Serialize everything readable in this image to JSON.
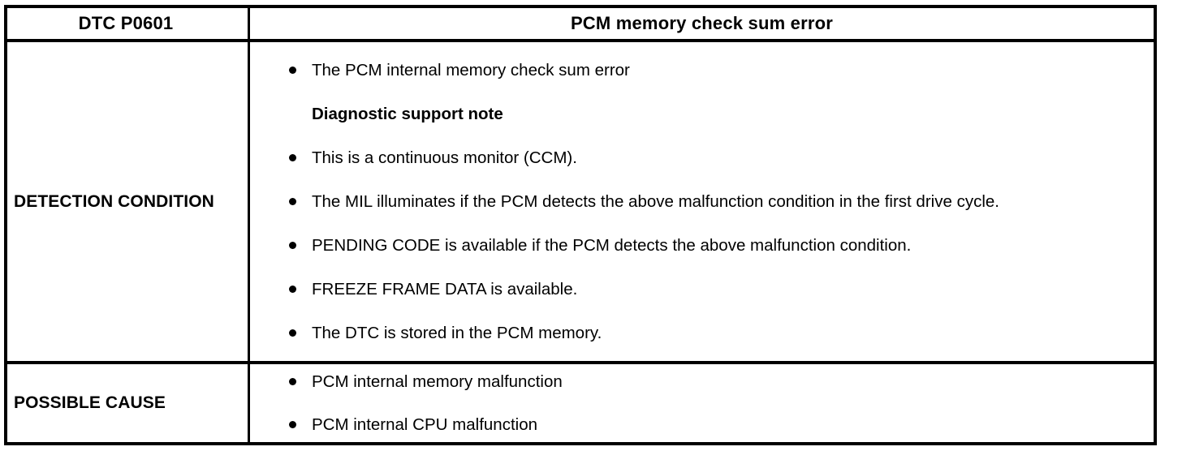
{
  "table": {
    "header": {
      "dtc_code_label": "DTC P0601",
      "title": "PCM memory check sum error"
    },
    "rows": [
      {
        "label": "DETECTION CONDITION",
        "items": [
          {
            "kind": "bullet",
            "text": "The PCM internal memory check sum error"
          },
          {
            "kind": "note",
            "text": "Diagnostic support note"
          },
          {
            "kind": "bullet",
            "text": "This is a continuous monitor (CCM)."
          },
          {
            "kind": "bullet",
            "text": "The MIL illuminates if the PCM detects the above malfunction condition in the first drive cycle."
          },
          {
            "kind": "bullet",
            "text": "PENDING CODE is available if the PCM detects the above malfunction condition."
          },
          {
            "kind": "bullet",
            "text": "FREEZE FRAME DATA is available."
          },
          {
            "kind": "bullet",
            "text": "The DTC is stored in the PCM memory."
          }
        ]
      },
      {
        "label": "POSSIBLE CAUSE",
        "items": [
          {
            "kind": "bullet",
            "text": "PCM internal memory malfunction"
          },
          {
            "kind": "bullet",
            "text": "PCM internal CPU malfunction"
          }
        ]
      }
    ]
  },
  "colors": {
    "border": "#000000",
    "text": "#000000",
    "background": "#ffffff"
  }
}
